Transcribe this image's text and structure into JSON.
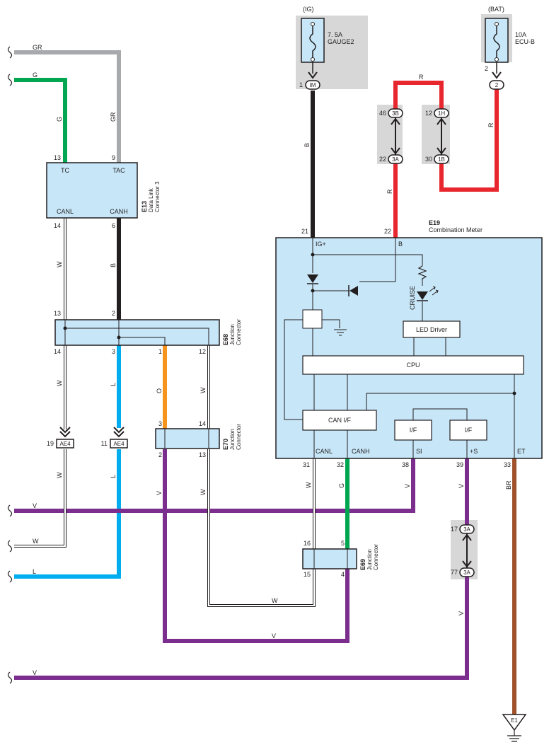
{
  "fuses": {
    "ig": {
      "source": "(IG)",
      "rating": "7. 5A",
      "name": "GAUGE2",
      "pin": "1",
      "connector": "IM"
    },
    "bat": {
      "source": "(BAT)",
      "rating": "10A",
      "name": "ECU-B",
      "pin": "2",
      "connector": "2"
    }
  },
  "inline_connectors": {
    "c3b": {
      "pin": "46",
      "id": "3B"
    },
    "c1h": {
      "pin": "12",
      "id": "1H"
    },
    "c3a_top": {
      "pin": "22",
      "id": "3A"
    },
    "c1b": {
      "pin": "30",
      "id": "1B"
    },
    "c3a_17": {
      "pin": "17",
      "id": "3A"
    },
    "c3a_77": {
      "pin": "77",
      "id": "3A"
    },
    "ae4_19": {
      "pin": "19",
      "id": "AE4"
    },
    "ae4_11": {
      "pin": "11",
      "id": "AE4"
    }
  },
  "e13": {
    "code": "E13",
    "name_line1": "Data Link",
    "name_line2": "Connector 3",
    "tc": "TC",
    "tac": "TAC",
    "canl": "CANL",
    "canh": "CANH",
    "pin_tc": "13",
    "pin_tac": "9",
    "pin_canl": "14",
    "pin_canh": "6"
  },
  "e68": {
    "code": "E68",
    "name_line1": "Junction",
    "name_line2": "Connector",
    "pin_13": "13",
    "pin_2": "2",
    "pin_14": "14",
    "pin_3": "3",
    "pin_1": "1",
    "pin_12": "12"
  },
  "e70": {
    "code": "E70",
    "name_line1": "Junction",
    "name_line2": "Connector",
    "pin_3": "3",
    "pin_14": "14",
    "pin_2": "2",
    "pin_13": "13"
  },
  "e69": {
    "code": "E69",
    "name_line1": "Junction",
    "name_line2": "Connector",
    "pin_16": "16",
    "pin_5": "5",
    "pin_15": "15",
    "pin_4": "4"
  },
  "e19": {
    "code": "E19",
    "name": "Combination Meter",
    "ig": "IG+",
    "b": "B",
    "canl": "CANL",
    "canh": "CANH",
    "si": "SI",
    "s": "+S",
    "et": "ET",
    "pin_ig": "21",
    "pin_b": "22",
    "pin_canl": "31",
    "pin_canh": "32",
    "pin_si": "38",
    "pin_s": "39",
    "pin_et": "33",
    "cruise": "CRUISE",
    "led_driver": "LED Driver",
    "cpu": "CPU",
    "can_if": "CAN I/F",
    "if1": "I/F",
    "if2": "I/F"
  },
  "wire_labels": {
    "gr_top": "GR",
    "g_top": "G",
    "g_vert": "G",
    "gr_vert": "GR",
    "w_e13": "W",
    "b_e13": "B",
    "w_e68_14": "W",
    "l_e68_3": "L",
    "o_e68_1": "O",
    "w_e68_12": "W",
    "w_ae4": "W",
    "l_ae4": "L",
    "v_e70": "V",
    "w_e70": "W",
    "w_31": "W",
    "g_32": "G",
    "v_38": "V",
    "v_39": "V",
    "br_33": "BR",
    "b_ig": "B",
    "r_b": "R",
    "r_top": "R",
    "r_bat": "R",
    "v_77": "V",
    "v_left1": "V",
    "w_left": "W",
    "l_left": "L",
    "w_e69": "W",
    "v_e69": "V",
    "v_bottom": "V"
  },
  "ground": {
    "id": "E1"
  },
  "colors": {
    "red": "#e8262d",
    "black": "#231f20",
    "green": "#00a650",
    "gray": "#a7a9ac",
    "violet": "#7b2e8e",
    "blue": "#00aeef",
    "orange": "#f7941d",
    "brown": "#a0522d",
    "box": "#c7e6f7",
    "shade": "#d7d7d8"
  }
}
